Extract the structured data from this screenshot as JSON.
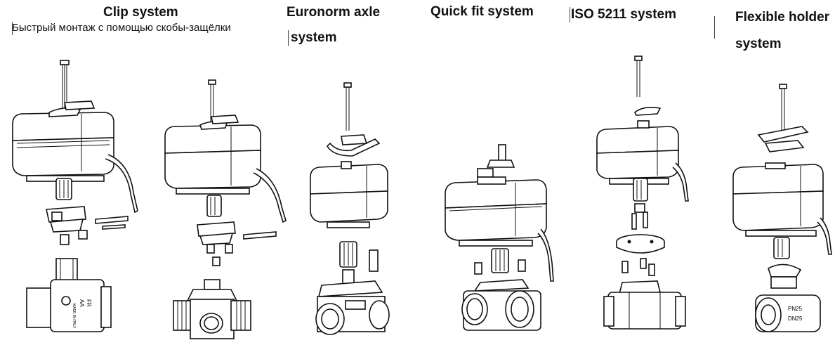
{
  "systems": [
    {
      "title": "Clip system",
      "subtitle": "Быстрый монтаж с помощью скобы-защёлки"
    },
    {
      "title_line1": "Euronorm axle",
      "title_line2": "system"
    },
    {
      "title": "Quick fit system"
    },
    {
      "title": "ISO 5211 system"
    },
    {
      "title_line1": "Flexible holder",
      "title_line2": "system"
    }
  ],
  "valve_marks": {
    "clip": [
      "AA",
      "FR",
      "MADE IN ITALY"
    ],
    "flexible": [
      "PN25",
      "DN25"
    ]
  }
}
